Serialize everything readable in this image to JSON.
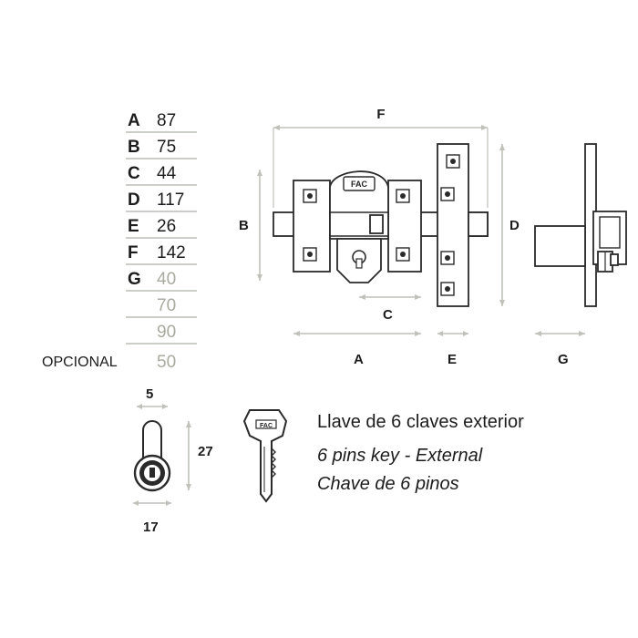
{
  "dimensions_table": {
    "rows": [
      {
        "letter": "A",
        "value": "87"
      },
      {
        "letter": "B",
        "value": "75"
      },
      {
        "letter": "C",
        "value": "44"
      },
      {
        "letter": "D",
        "value": "117"
      },
      {
        "letter": "E",
        "value": "26"
      },
      {
        "letter": "F",
        "value": "142"
      },
      {
        "letter": "G",
        "value": "40"
      }
    ],
    "g_extra_values": [
      "70",
      "90"
    ],
    "optional_label": "OPCIONAL",
    "optional_value": "50"
  },
  "lock_labels": {
    "A": "A",
    "B": "B",
    "C": "C",
    "D": "D",
    "E": "E",
    "F": "F",
    "G": "G"
  },
  "cylinder_labels": {
    "width": "5",
    "height": "27",
    "diameter": "17"
  },
  "brand_mark": "FAC",
  "key_description": {
    "line1": "Llave de 6 claves exterior",
    "line2": "6 pins key - External",
    "line3": "Chave de 6 pinos"
  },
  "colors": {
    "line_dark": "#2a2a2a",
    "dimension_grey": "#bfc1ba",
    "value_grey": "#a9aaa0"
  }
}
